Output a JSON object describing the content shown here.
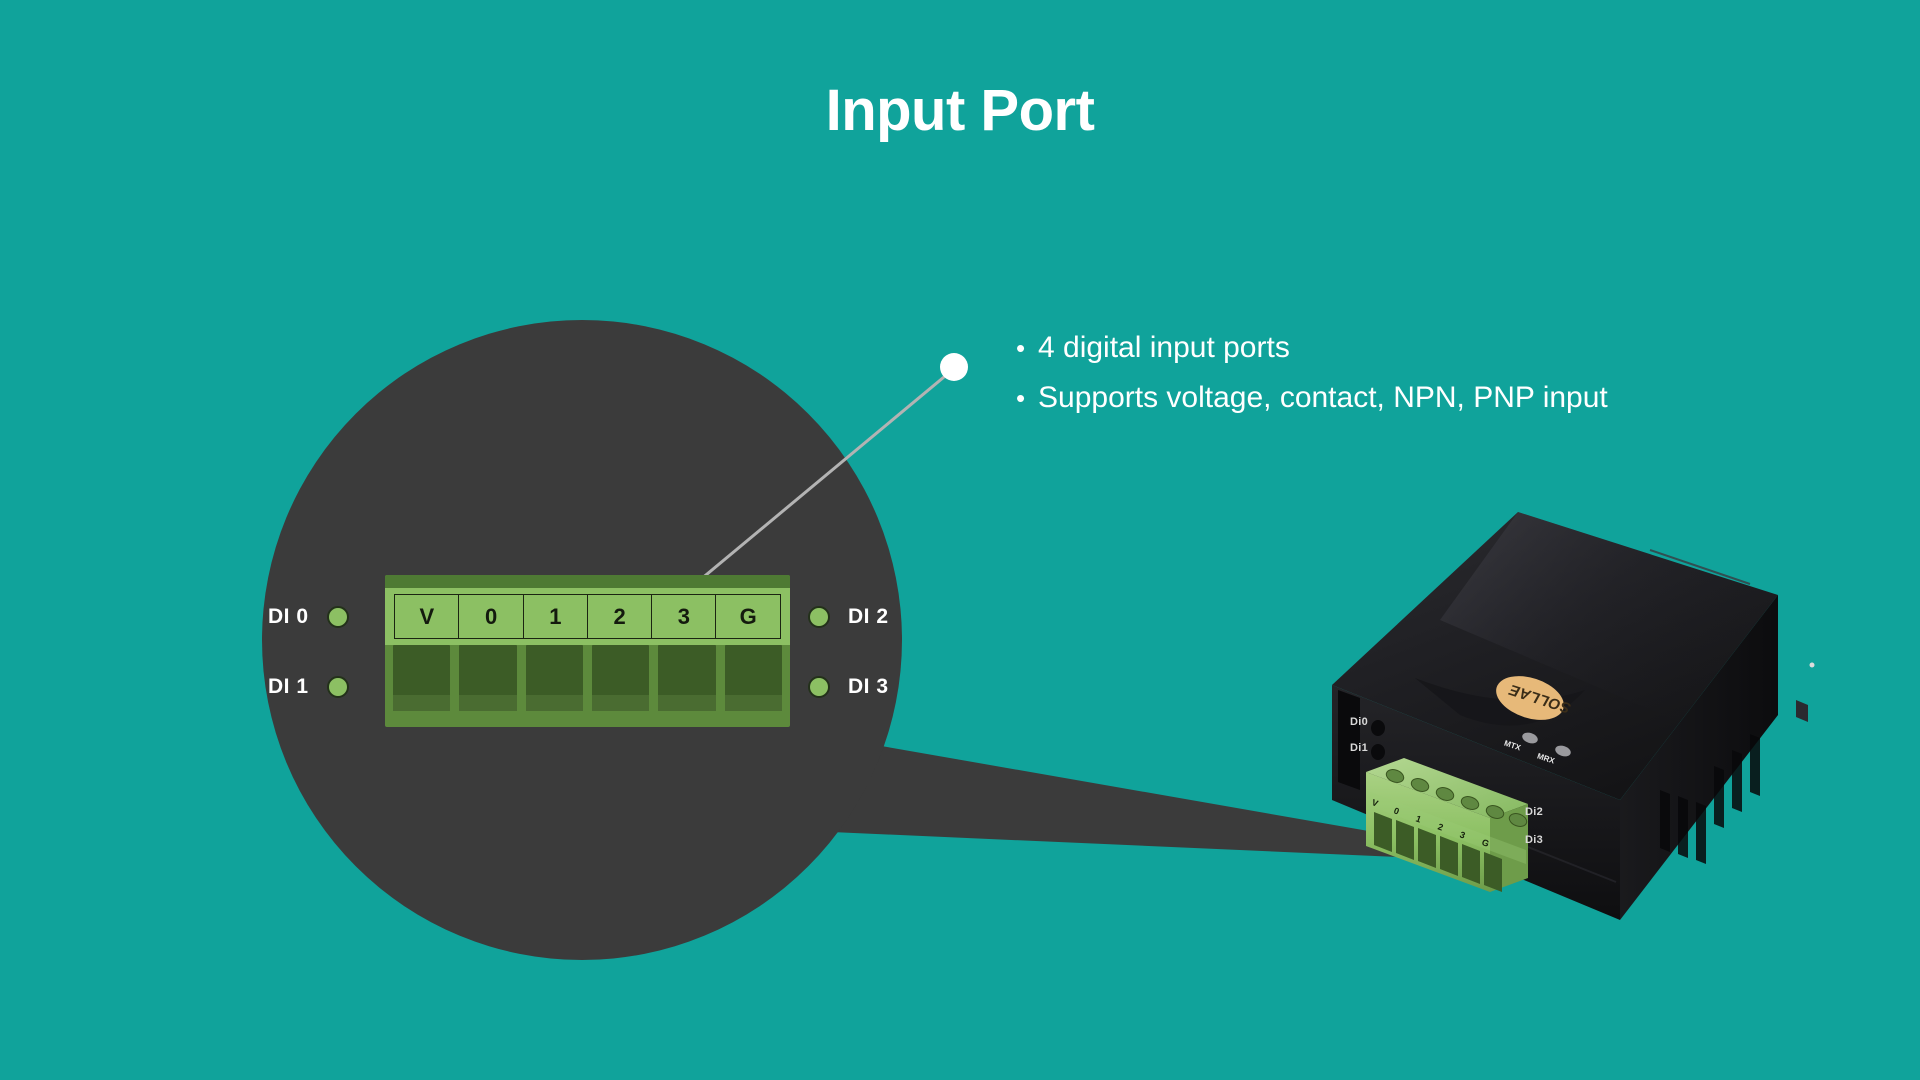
{
  "slide": {
    "title": "Input Port",
    "background_color": "#10a39b",
    "title_color": "#ffffff"
  },
  "callout": {
    "bullet_glyph": "•",
    "bullets": [
      {
        "label": "4 digital input ports"
      },
      {
        "label": "Supports voltage, contact, NPN, PNP input"
      }
    ],
    "dot_color": "#ffffff",
    "leader_line_color": "#b3b3b3"
  },
  "magnifier": {
    "circle_color": "#3b3b3b",
    "led_color": "#8cc063",
    "indicators": [
      {
        "label": "DI 0",
        "side": "left"
      },
      {
        "label": "DI 1",
        "side": "left"
      },
      {
        "label": "DI 2",
        "side": "right"
      },
      {
        "label": "DI 3",
        "side": "right"
      }
    ],
    "terminal_block": {
      "body_color": "#5d8a3c",
      "face_color": "#8cc063",
      "marks": [
        "V",
        "0",
        "1",
        "2",
        "3",
        "G"
      ]
    }
  },
  "device": {
    "body_color": "#1c1c1e",
    "logo_text": "SOLLAE",
    "logo_color": "#e7b979",
    "led_labels": [
      "MTX",
      "MRX"
    ],
    "port_labels": [
      "Di0",
      "Di1",
      "Di2",
      "Di3"
    ],
    "terminal_marks": [
      "V",
      "0",
      "1",
      "2",
      "3",
      "G"
    ],
    "terminal_color": "#8cc063"
  }
}
